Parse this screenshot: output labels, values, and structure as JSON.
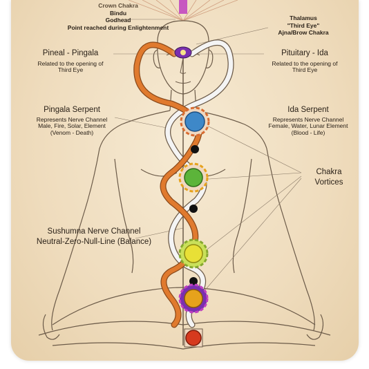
{
  "labels": {
    "crown": [
      "Crown Chakra",
      "Bindu",
      "Godhead",
      "Point reached during Enlightenment"
    ],
    "thalamus": [
      "Thalamus",
      "\"Third Eye\"",
      "Ajna/Brow Chakra"
    ],
    "pineal": {
      "title": "Pineal - Pingala",
      "lines": [
        "Related to the opening of",
        "Third Eye"
      ]
    },
    "pituitary": {
      "title": "Pituitary - Ida",
      "lines": [
        "Related to the opening of",
        "Third Eye"
      ]
    },
    "pingala_serpent": {
      "title": "Pingala Serpent",
      "lines": [
        "Represents Nerve Channel",
        "Male, Fire, Solar, Element",
        "(Venom - Death)"
      ]
    },
    "ida_serpent": {
      "title": "Ida Serpent",
      "lines": [
        "Represents Nerve Channel",
        "Female, Water, Lunar Element",
        "(Blood - Life)"
      ]
    },
    "chakra_vortices": [
      "Chakra",
      "Vortices"
    ],
    "sushumna": [
      "Sushumna Nerve Channel",
      "Neutral-Zero-Null-Line (Balance)"
    ]
  },
  "colors": {
    "pingala": "#e07a2e",
    "ida": "#f2f2f2",
    "outline": "#6b5a48",
    "throat": "#3e88c8",
    "heart": "#5cb43a",
    "solar_plexus": "#e8e036",
    "sacral": "#e6a21c",
    "root": "#d63a1e",
    "third_eye": "#7a2fb0",
    "crown": "#c040c0"
  }
}
